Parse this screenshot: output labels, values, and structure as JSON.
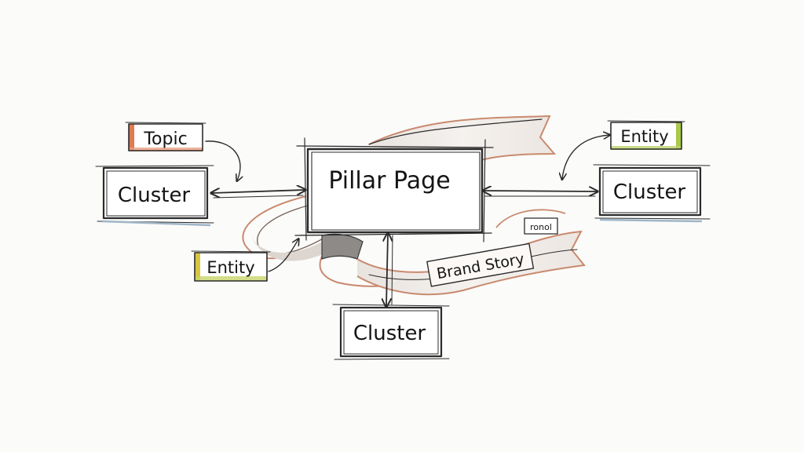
{
  "diagram": {
    "center": {
      "label": "Pillar Page"
    },
    "clusters": [
      {
        "id": "left",
        "label": "Cluster"
      },
      {
        "id": "right",
        "label": "Cluster"
      },
      {
        "id": "bottom",
        "label": "Cluster"
      }
    ],
    "tags": [
      {
        "id": "topic",
        "label": "Topic",
        "accent": "#e07a52"
      },
      {
        "id": "entity-top-right",
        "label": "Entity",
        "accent": "#a9c94a"
      },
      {
        "id": "entity-left",
        "label": "Entity",
        "accent": "#d8c541"
      },
      {
        "id": "small-tag",
        "label": "ronol",
        "accent": "#e07a52"
      }
    ],
    "ribbon": {
      "label": "Brand Story",
      "color": "#c98a6e"
    }
  }
}
